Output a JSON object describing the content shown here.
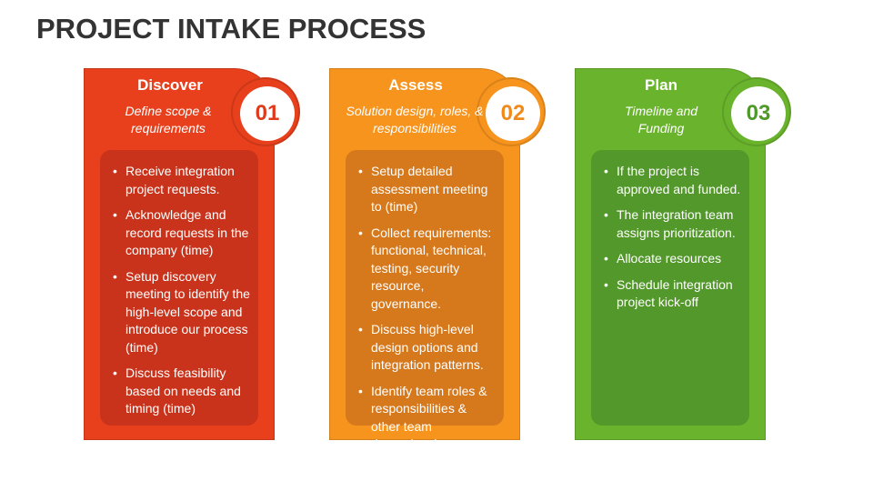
{
  "title": "PROJECT INTAKE PROCESS",
  "cards": [
    {
      "name": "Discover",
      "subtitle": "Define scope & requirements",
      "number": "01",
      "color": "#e8401c",
      "panel_color": "#c9331b",
      "badge_text_color": "#e0391b",
      "items": [
        "Receive integration project requests.",
        "Acknowledge and record requests in the company (time)",
        "Setup discovery meeting to identify the high-level scope and introduce our process (time)",
        "Discuss feasibility based on needs and timing (time)"
      ]
    },
    {
      "name": "Assess",
      "subtitle": "Solution design, roles, & responsibilities",
      "number": "02",
      "color": "#f7941e",
      "panel_color": "#d6781c",
      "badge_text_color": "#f08a1a",
      "items": [
        "Setup detailed assessment meeting to (time)",
        "Collect requirements: functional, technical, testing, security resource, governance.",
        "Discuss high-level design options and integration patterns.",
        "Identify team roles & responsibilities & other team dependencies (security, testing, etc.)"
      ]
    },
    {
      "name": "Plan",
      "subtitle": "Timeline and Funding",
      "number": "03",
      "color": "#6ab42d",
      "panel_color": "#53982a",
      "badge_text_color": "#4e9a27",
      "items": [
        "If the project is approved and funded.",
        "The integration team assigns prioritization.",
        "Allocate resources",
        "Schedule integration project kick-off"
      ]
    }
  ]
}
